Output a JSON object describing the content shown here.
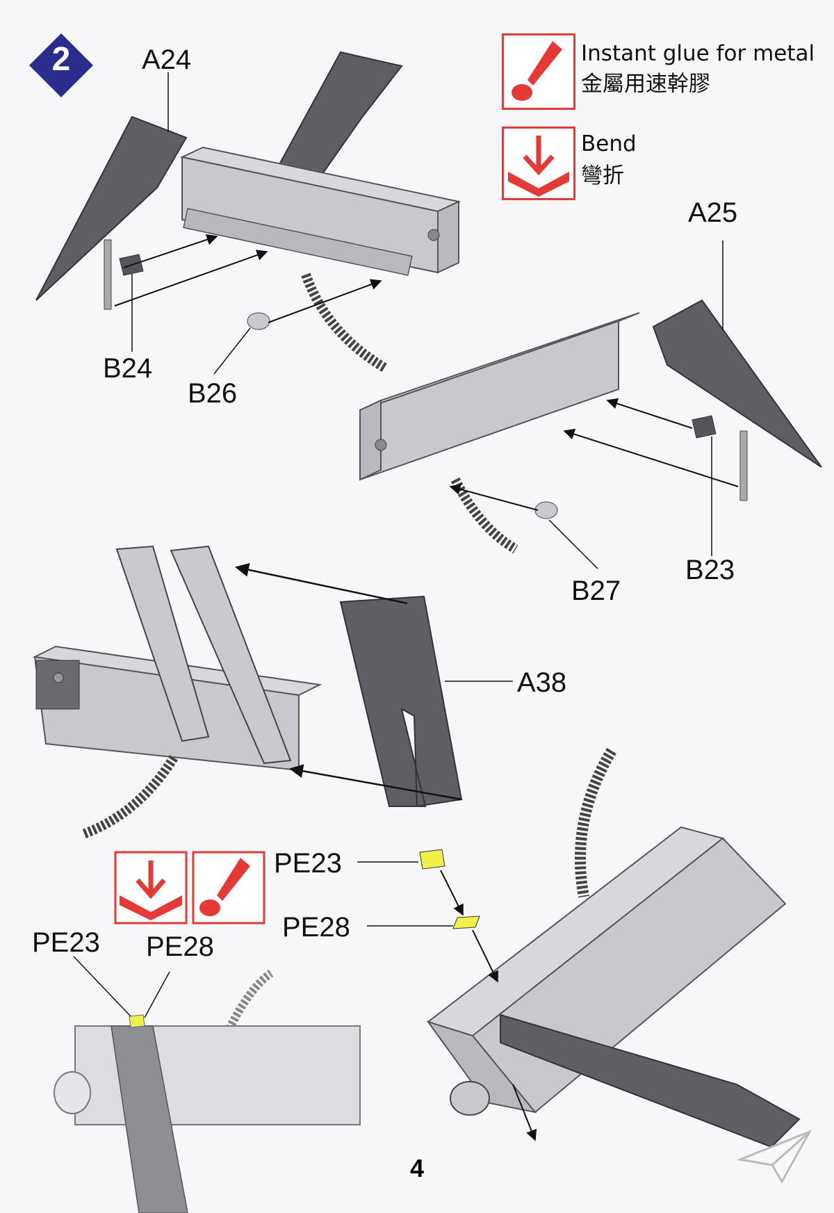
{
  "step": {
    "number": "2"
  },
  "legend": {
    "glue": {
      "label_en": "Instant glue for metal",
      "label_zh": "金屬用速幹膠",
      "icon": "glue-brush-icon",
      "color": "#e53935"
    },
    "bend": {
      "label_en": "Bend",
      "label_zh": "彎折",
      "icon": "bend-arrow-icon",
      "color": "#e53935"
    }
  },
  "parts": {
    "a24": "A24",
    "a25": "A25",
    "b24": "B24",
    "b26": "B26",
    "b23": "B23",
    "b27": "B27",
    "a38": "A38",
    "pe23_top": "PE23",
    "pe28_top": "PE28",
    "pe23_bottom": "PE23",
    "pe28_bottom": "PE28"
  },
  "page_number": "4",
  "colors": {
    "part_fill": "#5e5f64",
    "part_light": "#c9cacf",
    "highlight": "#f0f04a",
    "accent": "#e53935",
    "badge": "#2b2d8c"
  }
}
